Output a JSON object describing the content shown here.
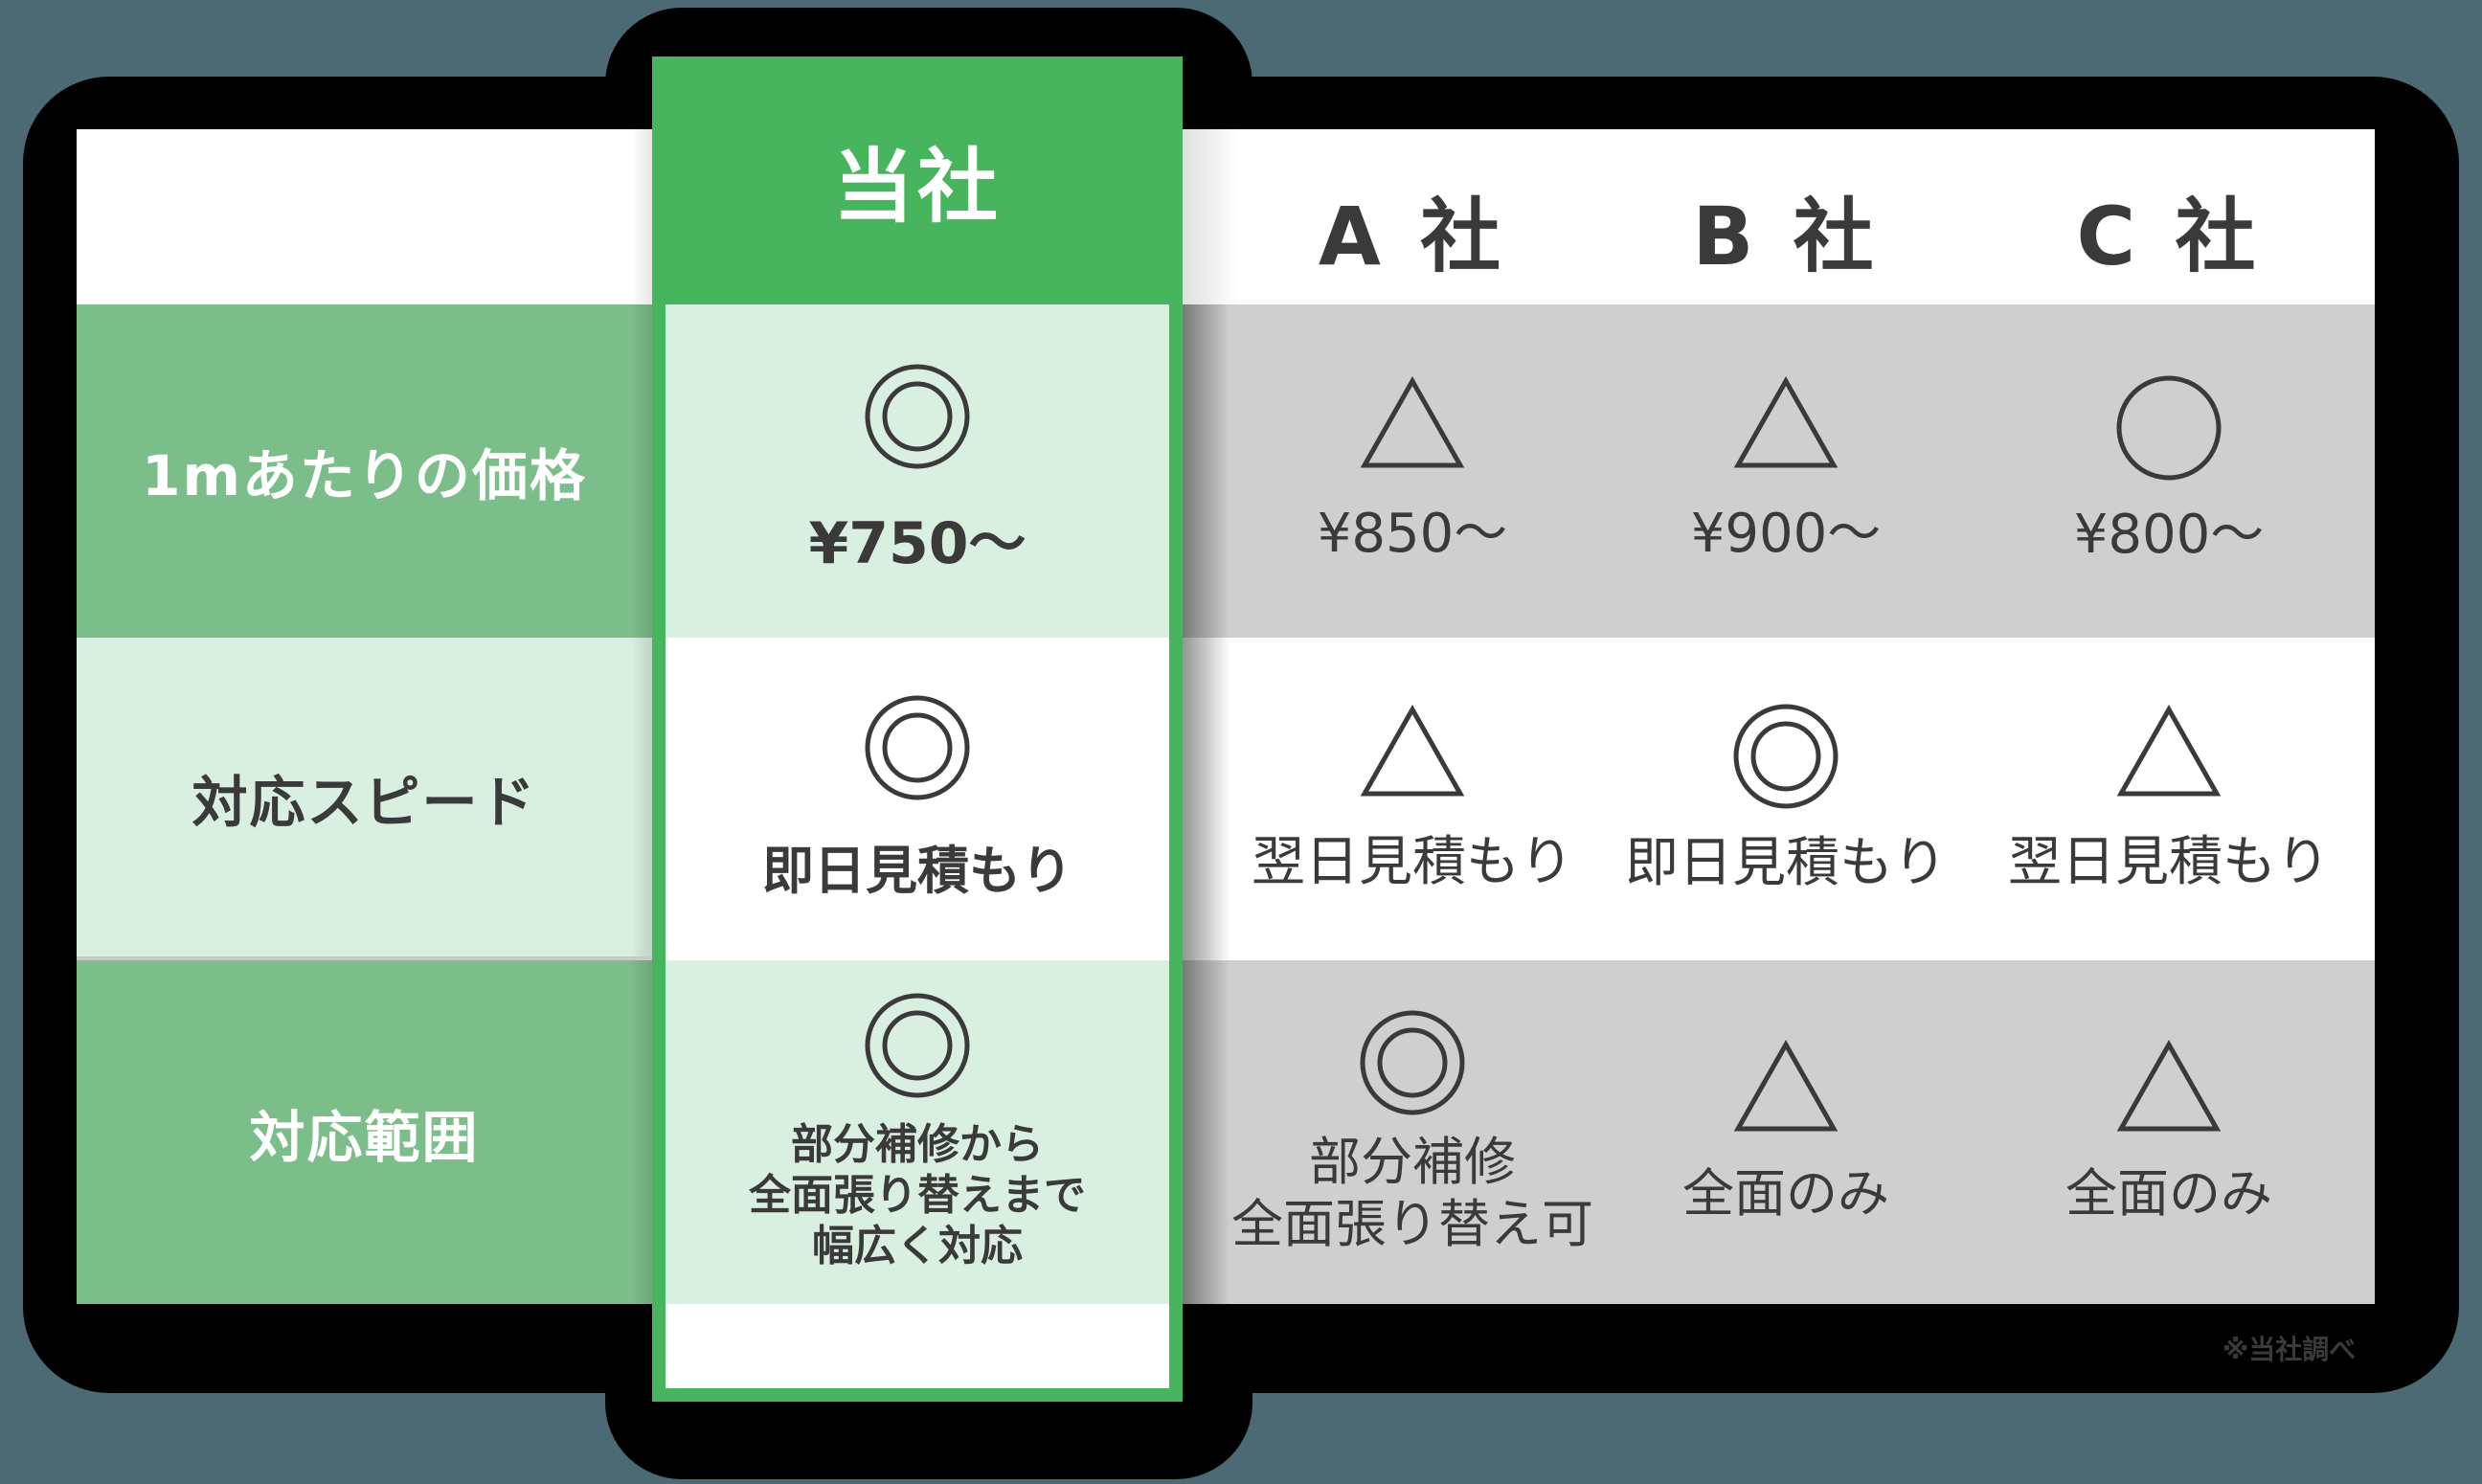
{
  "colors": {
    "background": "#4C6A74",
    "frame": "#000000",
    "accent_green": "#47B45E",
    "label_green": "#7CBE8A",
    "light_green": "#D9EFE0",
    "gray_row": "#CFCFCF",
    "text_dark": "#3A3A3A"
  },
  "header": {
    "own": "当社",
    "companies": [
      "A 社",
      "B 社",
      "C 社"
    ]
  },
  "rows": [
    {
      "label": "1mあたりの価格",
      "own": {
        "symbol": "double-circle",
        "text": "¥750〜"
      },
      "a": {
        "symbol": "triangle",
        "text": "¥850〜"
      },
      "b": {
        "symbol": "triangle",
        "text": "¥900〜"
      },
      "c": {
        "symbol": "circle",
        "text": "¥800〜"
      }
    },
    {
      "label": "対応スピード",
      "own": {
        "symbol": "double-circle",
        "text": "即日見積もり"
      },
      "a": {
        "symbol": "triangle",
        "text": "翌日見積もり"
      },
      "b": {
        "symbol": "double-circle",
        "text": "即日見積もり"
      },
      "c": {
        "symbol": "triangle",
        "text": "翌日見積もり"
      }
    },
    {
      "label": "対応範囲",
      "own": {
        "symbol": "double-circle",
        "lines": [
          "部分補修から",
          "全面張り替えまで",
          "幅広く対応"
        ]
      },
      "a": {
        "symbol": "double-circle",
        "lines": [
          "部分補修",
          "全面張り替え可"
        ]
      },
      "b": {
        "symbol": "triangle",
        "text": "全面のみ"
      },
      "c": {
        "symbol": "triangle",
        "text": "全面のみ"
      }
    }
  ],
  "footnote": "※当社調べ"
}
